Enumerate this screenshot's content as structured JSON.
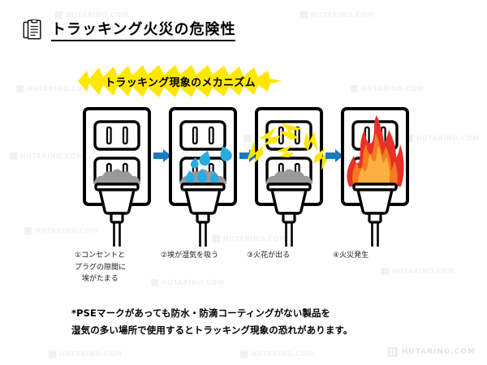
{
  "header": {
    "icon": "clipboard-icon",
    "title": "トラッキング火災の危険性"
  },
  "banner": {
    "label": "トラッキング現象のメカニズム",
    "color": "#FFE800"
  },
  "diagram": {
    "arrow_color": "#1a7ac0",
    "dust_color": "#9a9a9a",
    "water_color": "#29ABE2",
    "spark_color": "#FFE800",
    "fire_colors": [
      "#e8302a",
      "#f57b20",
      "#fbb040"
    ],
    "outline_color": "#000000",
    "steps": [
      {
        "id": "step-1",
        "caption": "①コンセントと\nプラグの隙間に\n　埃がたまる",
        "state": "dust"
      },
      {
        "id": "step-2",
        "caption": "②埃が湿気を吸う",
        "state": "moisture"
      },
      {
        "id": "step-3",
        "caption": "③火花が出る",
        "state": "spark"
      },
      {
        "id": "step-4",
        "caption": "④火災発生",
        "state": "fire"
      }
    ]
  },
  "note": {
    "line1": "*PSEマークがあっても防水・防滴コーティングがない製品を",
    "line2": "湿気の多い場所で使用するとトラッキング現象の恐れがあります。"
  },
  "watermark": {
    "text": "HUTARINO.COM",
    "color": "#e4e4e4"
  }
}
